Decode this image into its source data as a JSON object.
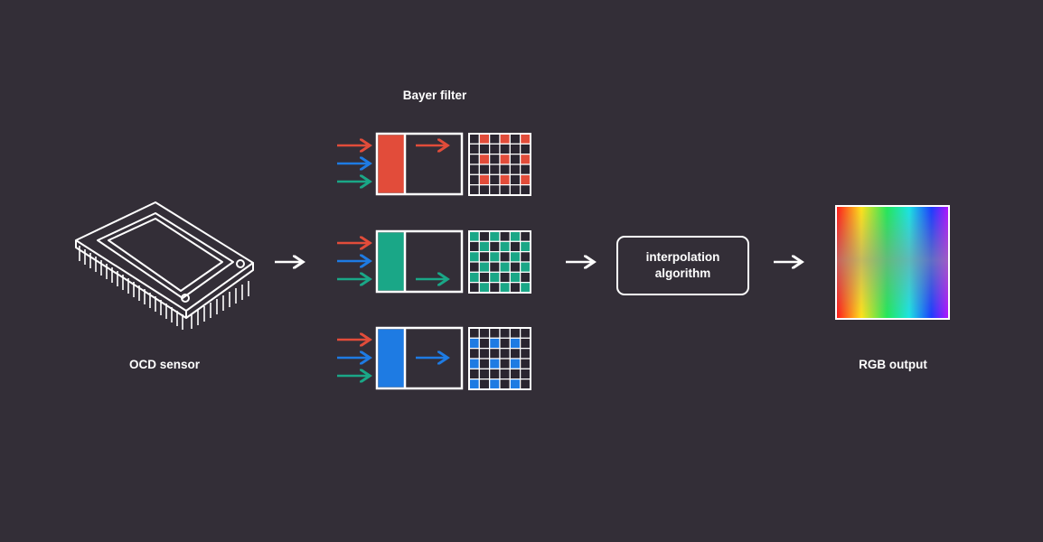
{
  "labels": {
    "sensor": "OCD sensor",
    "bayer": "Bayer filter",
    "algorithm_line1": "interpolation",
    "algorithm_line2": "algorithm",
    "output": "RGB output"
  },
  "colors": {
    "background": "#332e37",
    "red": "#e24c3a",
    "green": "#1aa787",
    "blue": "#1e7be3",
    "stroke": "#ffffff",
    "grid_empty": "#2a2530"
  },
  "filters": [
    {
      "name": "red",
      "color": "#e24c3a",
      "pattern": "red"
    },
    {
      "name": "green",
      "color": "#1aa787",
      "pattern": "green"
    },
    {
      "name": "blue",
      "color": "#1e7be3",
      "pattern": "blue"
    }
  ]
}
